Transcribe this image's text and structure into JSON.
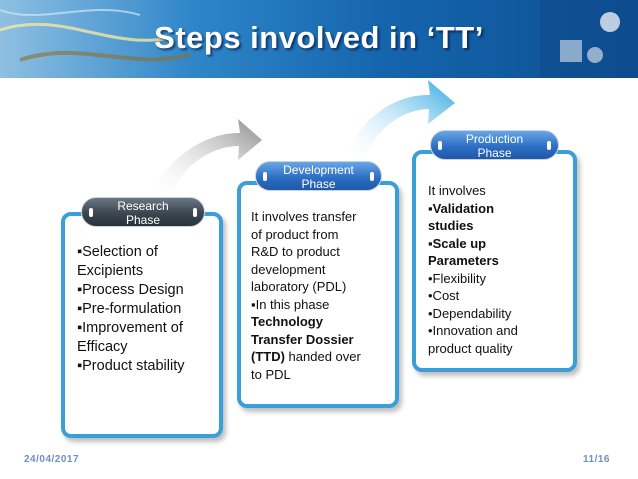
{
  "slide": {
    "title": "Steps involved in ‘TT’",
    "date": "24/04/2017",
    "page": "11/16"
  },
  "phases": [
    {
      "name_line1": "Research",
      "name_line2": "Phase",
      "lines": [
        "▪Selection of",
        "Excipients",
        "▪Process Design",
        "▪Pre-formulation",
        "▪Improvement of",
        "Efficacy",
        "▪Product stability"
      ]
    },
    {
      "name_line1": "Development",
      "name_line2": "Phase",
      "lines": [
        "It involves transfer",
        "of product from",
        "R&D to product",
        "development",
        "laboratory (PDL)",
        "▪In this phase",
        "Technology",
        "Transfer Dossier",
        "(TTD)",
        " handed over",
        "to PDL"
      ]
    },
    {
      "name_line1": "Production",
      "name_line2": "Phase",
      "lines": [
        "It involves",
        "▪Validation",
        "studies",
        "▪Scale up",
        "Parameters",
        "•Flexibility",
        "•Cost",
        "•Dependability",
        "•Innovation and",
        "product quality"
      ]
    }
  ],
  "colors": {
    "box_border": "#3a9fd6",
    "banner": "#1565ad",
    "pill_dark": "#3b4651",
    "pill_blue": "#2d6fc4"
  }
}
